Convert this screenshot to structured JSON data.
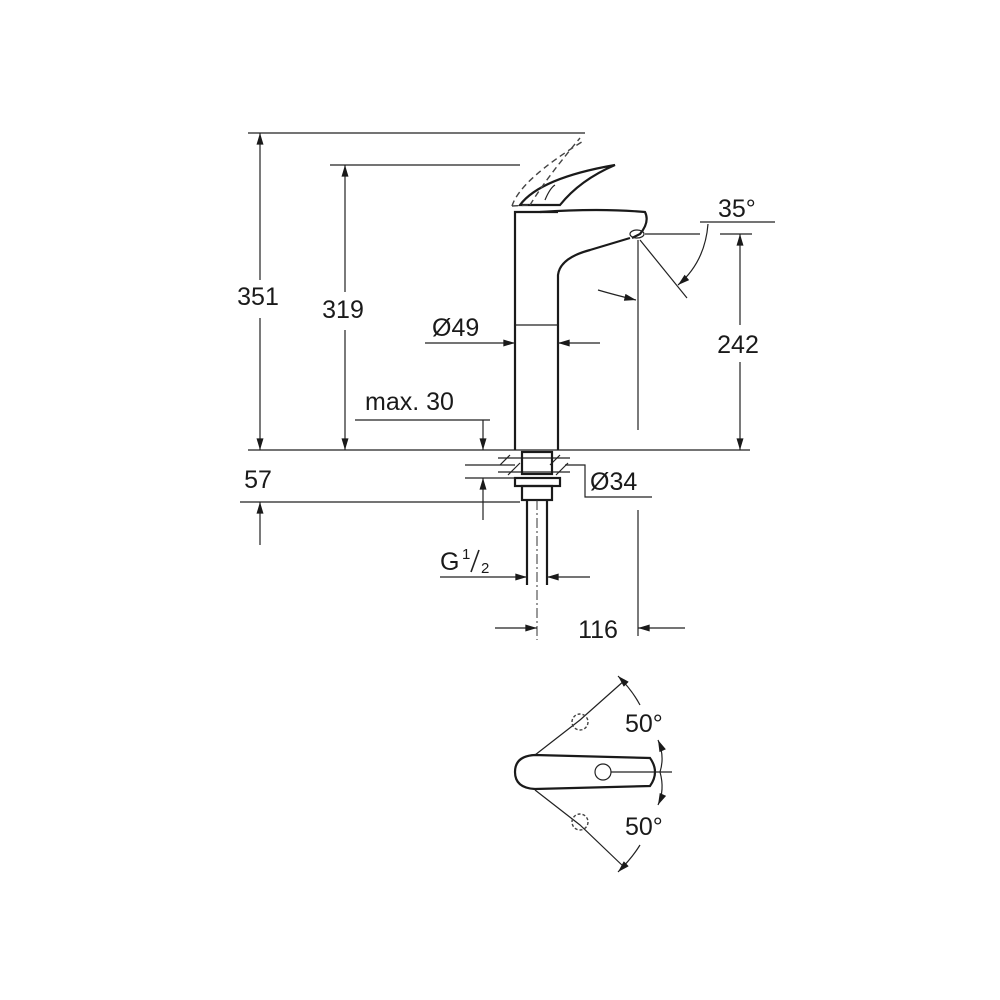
{
  "dimensions": {
    "total_height": "351",
    "spout_lever_height": "319",
    "body_diameter": "Ø49",
    "spout_angle": "35°",
    "spout_outlet_height": "242",
    "max_counter_thickness": "max. 30",
    "below_counter_length": "57",
    "mounting_hole": "Ø34",
    "connection_thread_prefix": "G",
    "connection_thread_num": "1",
    "connection_thread_den": "2",
    "spout_projection": "116",
    "lever_rotation_up": "50°",
    "lever_rotation_down": "50°"
  }
}
